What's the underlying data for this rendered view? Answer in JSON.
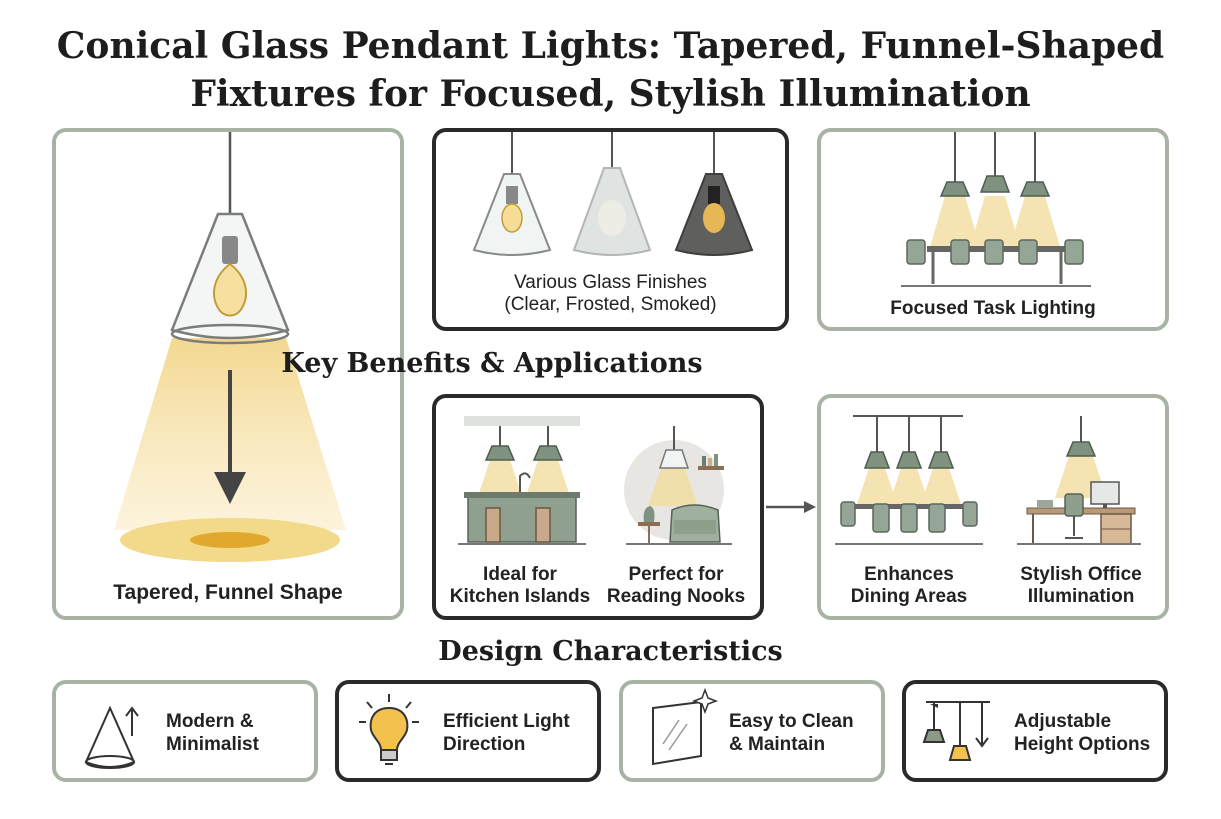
{
  "title_line1": "Conical Glass Pendant Lights: Tapered, Funnel-Shaped",
  "title_line2": "Fixtures for Focused, Stylish Illumination",
  "hero_caption": "Tapered, Funnel Shape",
  "finishes_caption_line1": "Various Glass Finishes",
  "finishes_caption_line2": "(Clear, Frosted, Smoked)",
  "task_caption": "Focused Task Lighting",
  "benefits_heading": "Key Benefits & Applications",
  "applications": [
    {
      "line1": "Ideal for",
      "line2": "Kitchen Islands"
    },
    {
      "line1": "Perfect for",
      "line2": "Reading Nooks"
    },
    {
      "line1": "Enhances",
      "line2": "Dining Areas"
    },
    {
      "line1": "Stylish Office",
      "line2": "Illumination"
    }
  ],
  "design_heading": "Design Characteristics",
  "features": [
    {
      "line1": "Modern &",
      "line2": "Minimalist",
      "icon": "cone-icon"
    },
    {
      "line1": "Efficient Light",
      "line2": "Direction",
      "icon": "light-bulb-icon"
    },
    {
      "line1": "Easy to Clean",
      "line2": "& Maintain",
      "icon": "glass-sparkle-icon"
    },
    {
      "line1": "Adjustable",
      "line2": "Height Options",
      "icon": "adjustable-pendants-icon"
    }
  ],
  "colors": {
    "sage": "#8a9a86",
    "sage_border": "#a9b3a5",
    "warm_light": "#f3d98a",
    "dark_border": "#2a2a2a"
  }
}
